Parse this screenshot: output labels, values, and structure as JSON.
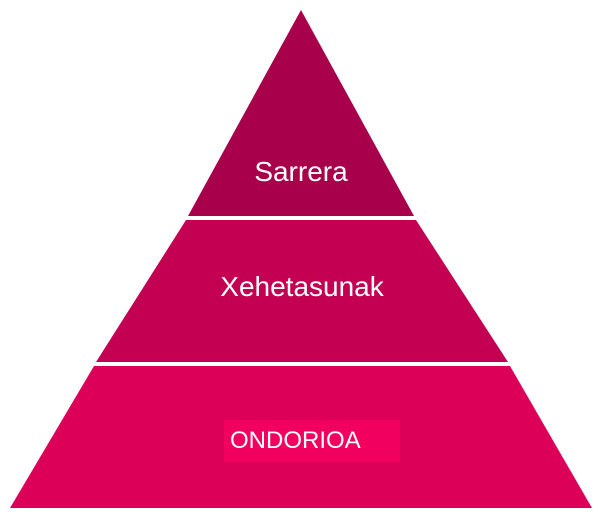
{
  "levels": [
    {
      "label": "Sarrera",
      "color": "#a8004a"
    },
    {
      "label": "Xehetasunak",
      "color": "#c40052"
    },
    {
      "label": "ONDORIOA",
      "color": "#dc0058",
      "highlight": "#f20060"
    }
  ]
}
